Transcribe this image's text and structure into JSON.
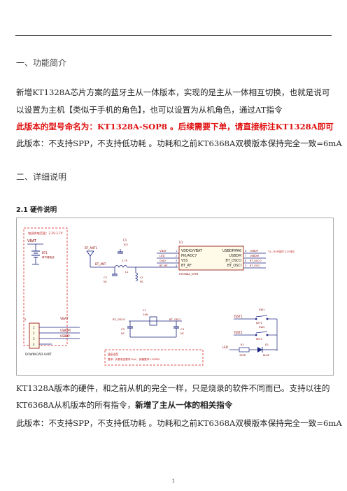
{
  "section1": {
    "title": "一、功能简介"
  },
  "intro": {
    "line1": "新增KT1328A芯片方案的蓝牙主从一体版本，实现的是主从一体相互切换，也就是说可",
    "line2": "以设置为主机【类似于手机的角色】，也可以设置为从机角色，通过AT指令",
    "red_line": "此版本的型号命名为：KT1328A-SOP8   。后续需要下单，请直接标注KT1328A即可",
    "note_line": "此版本：不支持SPP，不支持低功耗  。功耗和之前KT6368A双模版本保持完全一致=6mA"
  },
  "section2": {
    "title": "二、详细说明"
  },
  "subsection": {
    "title": "2.1  硬件说明"
  },
  "schematic": {
    "note_voltage": "电源供电范围：2.2V-3.7V",
    "vbat": "VBAT",
    "bt1": "BT1",
    "bt1_desc": "单节锂电池",
    "bt_ant1": "BT_ANT1",
    "bt_ant": "BT_ANT",
    "c1": "C1",
    "c1_val": "103",
    "c2": "C2",
    "c2_val": "NC",
    "l1": "L1",
    "l1_val": "2.7P",
    "l2": "L2",
    "l2_val": "NC",
    "u1": "U1",
    "u1_part": "KT6368A_SOP8",
    "pins_left": [
      "VDDIO/VBAT",
      "PI0/ADC7",
      "VSS",
      "BT_RF"
    ],
    "pins_left_num": [
      "1",
      "2",
      "3",
      "4"
    ],
    "pins_right": [
      "USBDP/PA6",
      "USBDM",
      "BT_OSCO",
      "BT_OSCI"
    ],
    "pins_right_num": [
      "8",
      "7",
      "6",
      "5"
    ],
    "nets_left": [
      "VBAT",
      "LED",
      "GND",
      "BT_RF"
    ],
    "nets_right": [
      "USBDP",
      "USBDM",
      "BT_OSCO",
      "BT_OSCI"
    ],
    "net_note": "TX---RX外接时 3.3V电平",
    "y1": "Y1",
    "y1_val": "24M",
    "c3": "C3",
    "c3_val": "NC",
    "c4": "C4",
    "c4_val": "NC",
    "osco": "BT_OSCO",
    "osci": "BT_OSCI",
    "j1": "J1",
    "j1_pins": [
      "1",
      "2",
      "3",
      "4"
    ],
    "j1_nets": [
      "VBAT",
      "USBDM",
      "USBDP"
    ],
    "j1_name": "DOWNLOAD-UART",
    "test1": "TEST1",
    "sw1": "SW1",
    "key1": "KEY1",
    "test2": "TEST2",
    "sw2": "SW2",
    "key2": "KEY2",
    "led": "LED",
    "r1": "R1",
    "r1_val": "330R",
    "d1": "D1",
    "d1_val": "BLUE",
    "crystal_note1": "晶振选型",
    "crystal_note2": "要求：负载电容要求12pF，频偏要求±10PPM"
  },
  "body2": {
    "line1": "KT1328A版本的硬件，和之前从机的完全一样，只是烧录的软件不同而已。支持以往的",
    "line2_a": "KT6368A从机版本的所有指令，",
    "line2_b": "新增了主从一体的相关指令",
    "line3": "此版本：不支持SPP，不支持低功耗  。功耗和之前KT6368A双模版本保持完全一致=6mA"
  },
  "page_number": "1",
  "colors": {
    "red": "#e01010",
    "schematic_line": "#1a237e",
    "schematic_text": "#8b0000",
    "note_border": "#e05050"
  }
}
